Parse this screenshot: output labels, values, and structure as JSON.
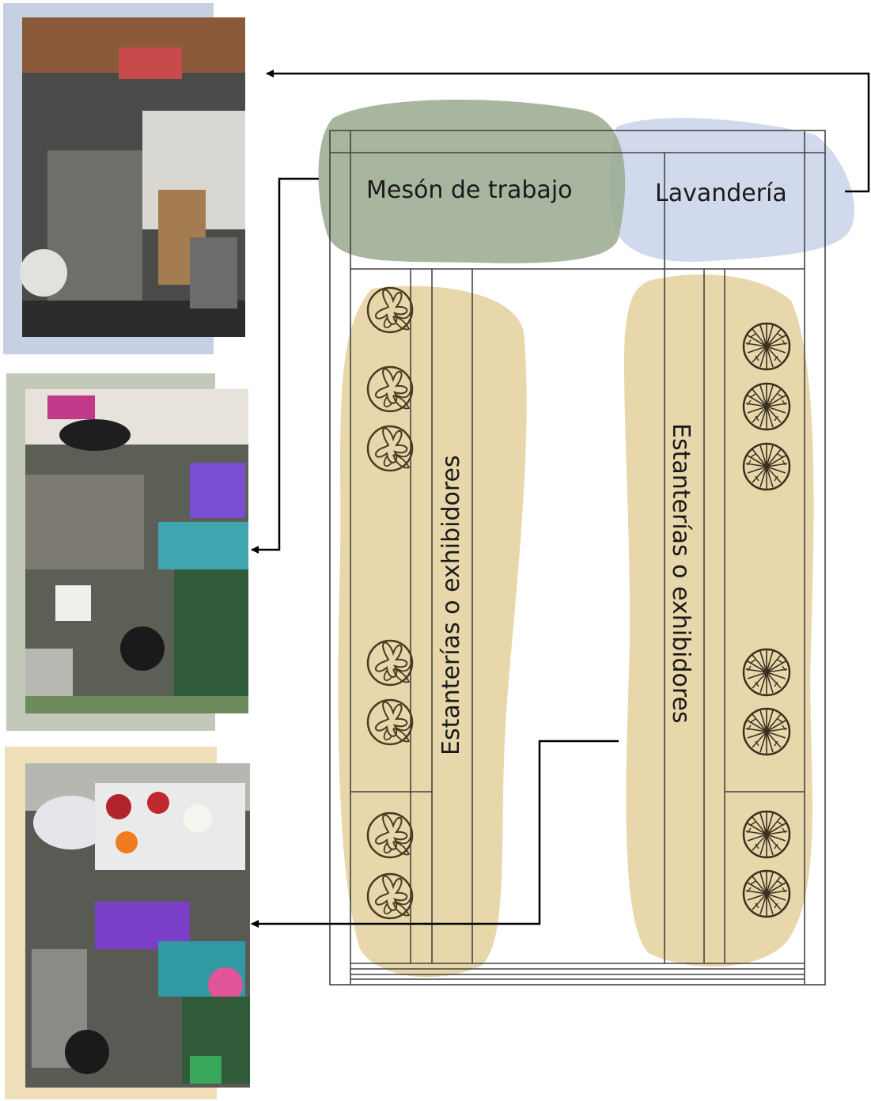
{
  "labels": {
    "work_counter": "Mesón de trabajo",
    "laundry": "Lavandería",
    "shelves_left": "Estanterías o exhibidores",
    "shelves_right": "Estanterías o exhibidores"
  },
  "colors": {
    "laundry_zone": "#c9d3ea",
    "work_zone": "#9aa98e",
    "shelf_zone": "#e5d3a1",
    "photo_top_frame": "#c5d0e2",
    "photo_mid_frame": "#c2c9b9",
    "photo_bottom_frame": "#efdfb8",
    "plan_lines": "#444444",
    "plant_icon": "#4a3a22",
    "arrow": "#000000"
  },
  "photos": [
    {
      "id": "storage-room-photo",
      "icon": "photo-cluttered-storage"
    },
    {
      "id": "shop-aisle-photo",
      "icon": "photo-shelves-flowers"
    },
    {
      "id": "flower-display-photo",
      "icon": "photo-flower-display"
    }
  ],
  "icons": {
    "left_plants": "lily-plant-icon",
    "right_plants": "fern-plant-icon"
  }
}
